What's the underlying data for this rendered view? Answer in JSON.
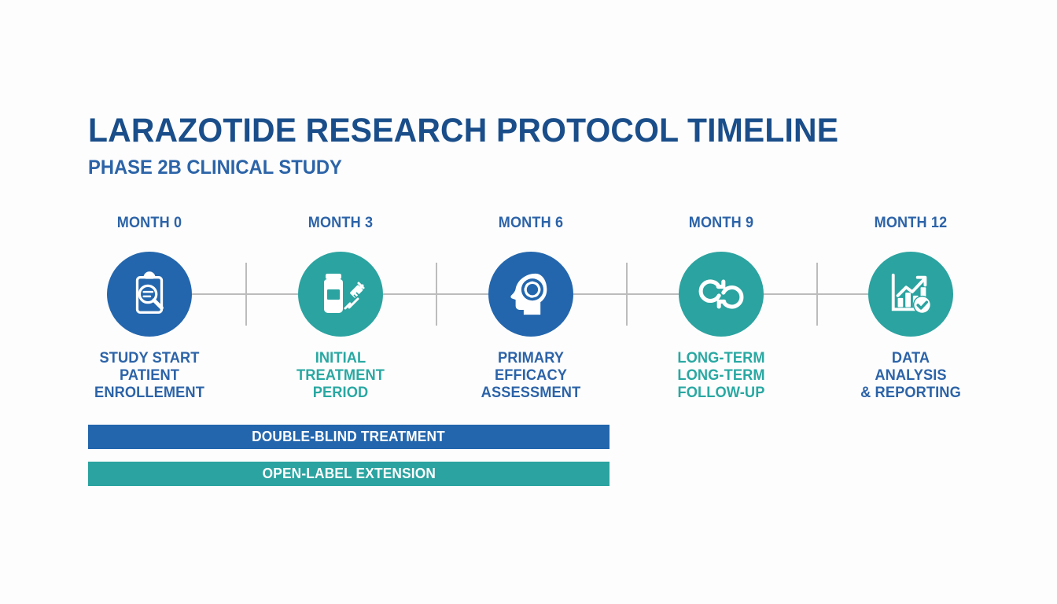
{
  "header": {
    "title": "LARAZOTIDE RESEARCH PROTOCOL TIMELINE",
    "subtitle": "PHASE 2B CLINICAL STUDY"
  },
  "colors": {
    "blue": "#2366ad",
    "blue_dark": "#1a4e8a",
    "blue_text": "#2c63a8",
    "teal": "#2ba3a0",
    "teal_text": "#29a8a2",
    "line": "#bcbcbc",
    "background": "#fdfdfd"
  },
  "milestones": [
    {
      "month": "MONTH 0",
      "caption": "STUDY START\nPATIENT\nENROLLEMENT",
      "icon": "clipboard-magnifier-icon",
      "circle_color": "#2366ad",
      "caption_color": "#2c63a8"
    },
    {
      "month": "MONTH 3",
      "caption": "INITIAL\nTREATMENT\nPERIOD",
      "icon": "vial-syringe-icon",
      "circle_color": "#2ba3a0",
      "caption_color": "#29a8a2"
    },
    {
      "month": "MONTH 6",
      "caption": "PRIMARY\nEFFICACY\nASSESSMENT",
      "icon": "head-gear-icon",
      "circle_color": "#2366ad",
      "caption_color": "#2c63a8"
    },
    {
      "month": "MONTH 9",
      "caption": "LONG-TERM\nLONG-TERM\nFOLLOW-UP",
      "icon": "linked-circles-icon",
      "circle_color": "#2ba3a0",
      "caption_color": "#29a8a2"
    },
    {
      "month": "MONTH 12",
      "caption": "DATA\nANALYSIS\n& REPORTING",
      "icon": "bar-chart-check-icon",
      "circle_color": "#2ba3a0",
      "caption_color": "#2c63a8"
    }
  ],
  "phase_bars": [
    {
      "label": "DOUBLE-BLIND TREATMENT",
      "color": "#2366ad"
    },
    {
      "label": "OPEN-LABEL EXTENSION",
      "color": "#2ba3a0"
    }
  ]
}
